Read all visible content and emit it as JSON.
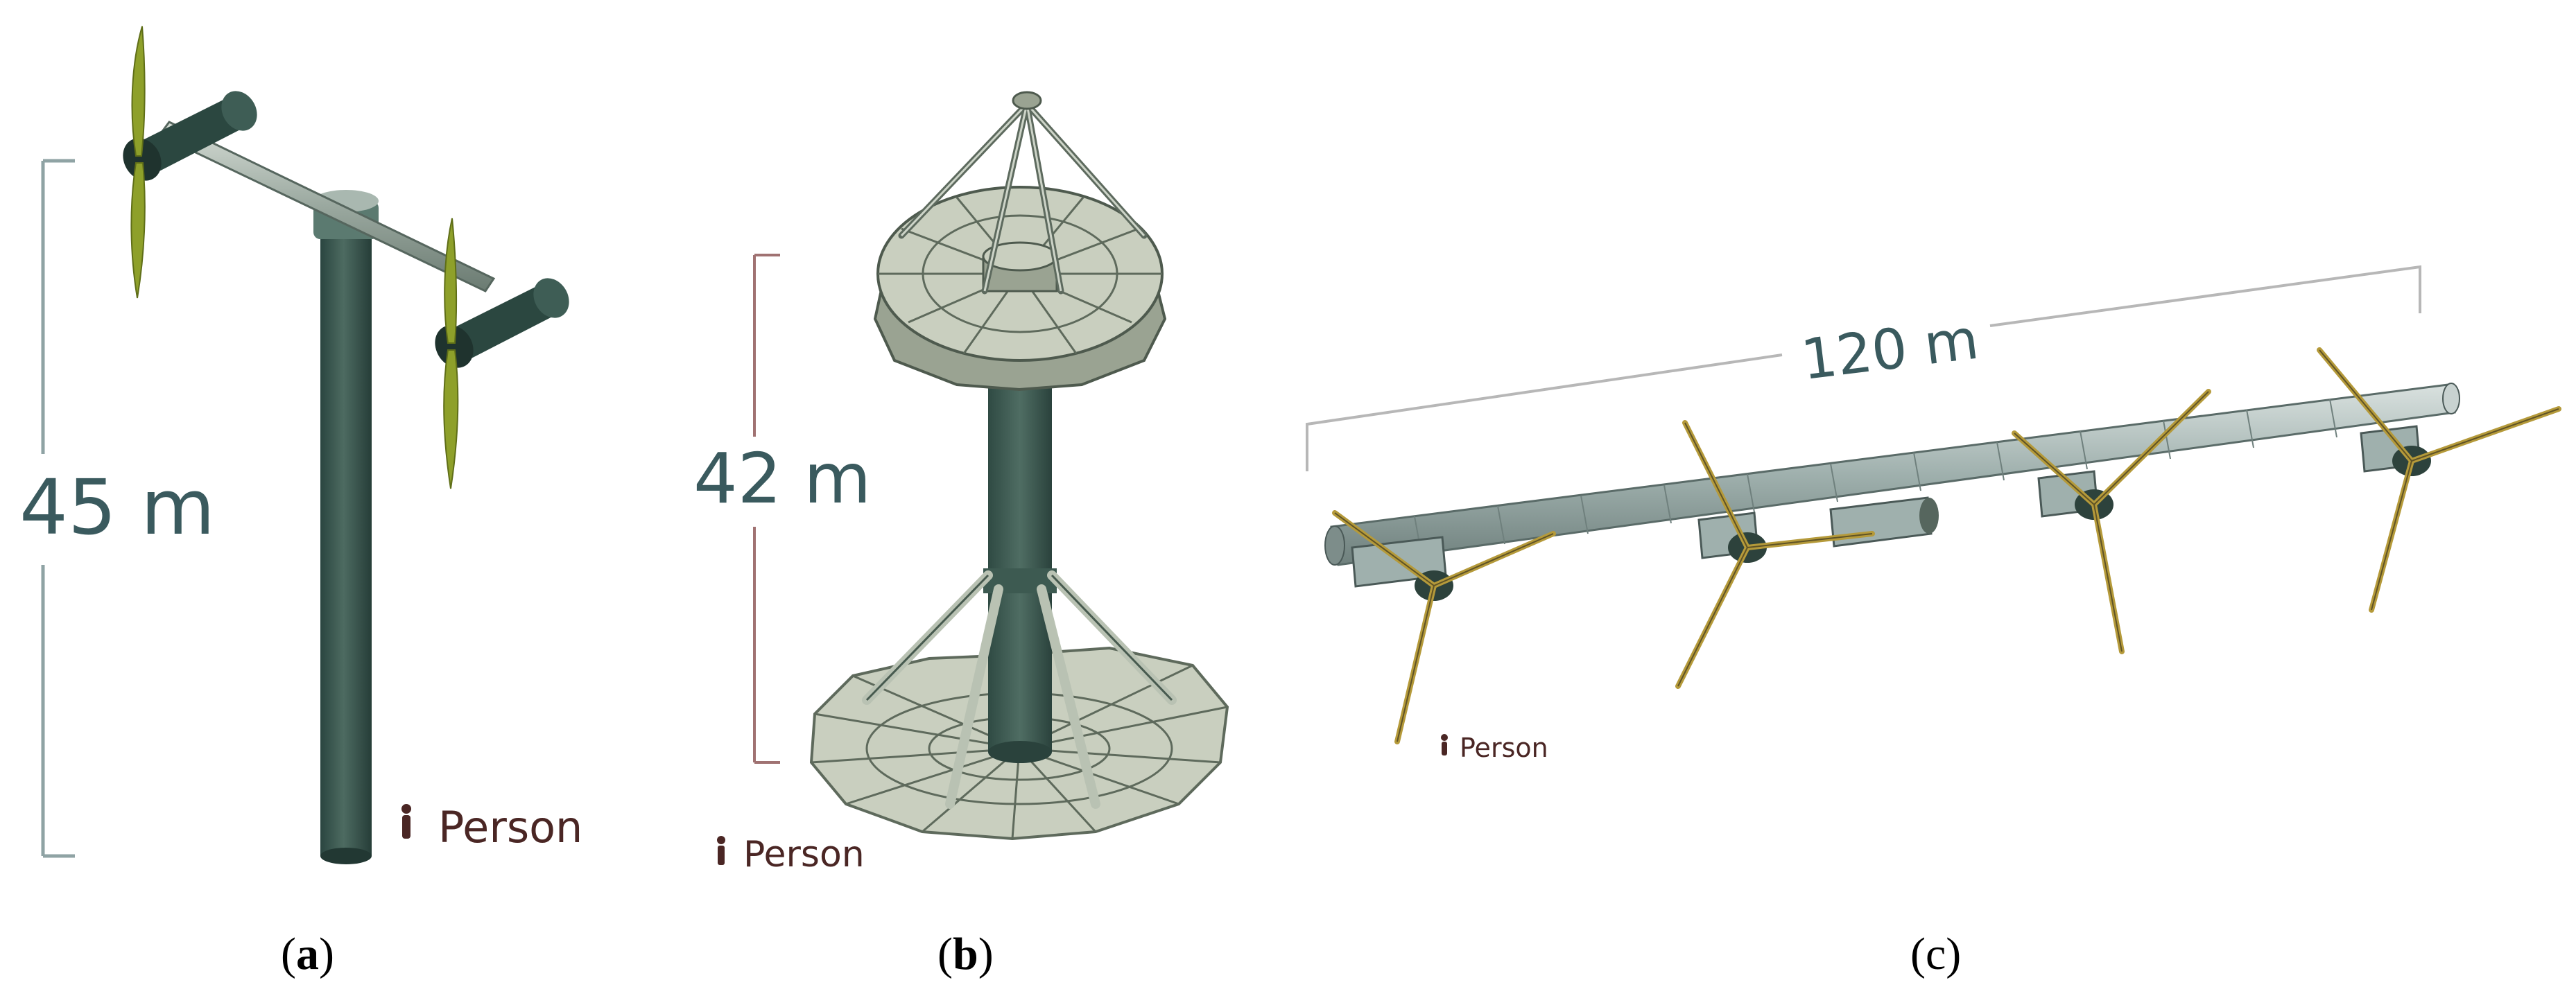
{
  "panels": [
    {
      "id": "a",
      "dimension": "45 m",
      "person_label": "Person",
      "caption_letter": "a"
    },
    {
      "id": "b",
      "dimension": "42 m",
      "person_label": "Person",
      "caption_letter": "b"
    },
    {
      "id": "c",
      "dimension": "120 m",
      "person_label": "Person",
      "caption_letter": "c"
    }
  ],
  "colors": {
    "tower": "#2e4a43",
    "tower_light": "#4d6b61",
    "blade": "#8ea02a",
    "blade_c": "#b59a3a",
    "platform": "#c9cfbf",
    "platform_dark": "#8e9784",
    "bar": "#9fb0ad",
    "dim_line_a": "#8fa3a4",
    "dim_line_b": "#a07272",
    "dim_line_c": "#b7b7b7",
    "dim_text": "#3a5a5e",
    "person_text": "#4a2624"
  }
}
